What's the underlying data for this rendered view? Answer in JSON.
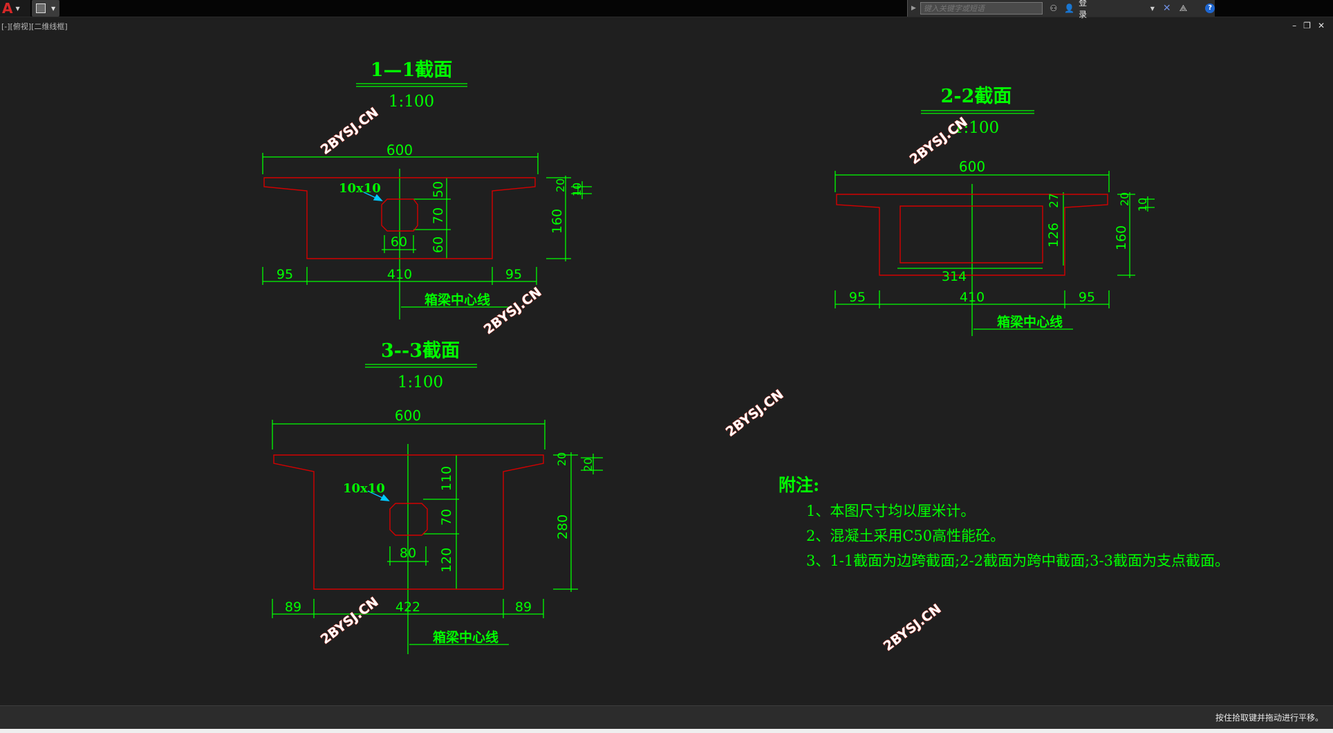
{
  "titlebar": {
    "search_placeholder": "键入关键字或短语",
    "login_label": "登录"
  },
  "viewport": {
    "label": "[-][俯视][二维线框]"
  },
  "window_controls": [
    "–",
    "❐",
    "✕"
  ],
  "drawing": {
    "section_1": {
      "title": "1—1截面",
      "scale": "1:100",
      "hole_label": "10x10",
      "dims": {
        "top_width": "600",
        "slab_20": "20",
        "slab_10": "10",
        "hole_top": "50",
        "hole_h": "70",
        "hole_bottom": "60",
        "hole_w": "60",
        "height": "160",
        "left_overhang": "95",
        "bottom_width": "410",
        "right_overhang": "95"
      },
      "centerline_label": "箱梁中心线"
    },
    "section_2": {
      "title": "2-2截面",
      "scale": "1:100",
      "dims": {
        "top_width": "600",
        "top_27": "27",
        "slab_20": "20",
        "slab_10": "10",
        "inner_h": "126",
        "height": "160",
        "inner_w": "314",
        "left_overhang": "95",
        "bottom_width": "410",
        "right_overhang": "95"
      },
      "centerline_label": "箱梁中心线"
    },
    "section_3": {
      "title": "3--3截面",
      "scale": "1:100",
      "hole_label": "10x10",
      "dims": {
        "top_width": "600",
        "slab_20a": "20",
        "slab_20b": "20",
        "hole_top": "110",
        "hole_h": "70",
        "hole_bottom": "120",
        "hole_w": "80",
        "height": "280",
        "left_overhang": "89",
        "bottom_width": "422",
        "right_overhang": "89"
      },
      "centerline_label": "箱梁中心线"
    },
    "notes": {
      "heading": "附注:",
      "items": [
        "1、本图尺寸均以厘米计。",
        "2、混凝土采用C50高性能砼。",
        "3、1-1截面为边跨截面;2-2截面为跨中截面;3-3截面为支点截面。"
      ]
    },
    "watermark": "2BYSJ.CN"
  },
  "status": {
    "text": "按住拾取键并拖动进行平移。"
  },
  "colors": {
    "dimension": "#00ff00",
    "outline": "#d40000",
    "leader": "#00c8ff",
    "canvas": "#1f1f1f"
  }
}
